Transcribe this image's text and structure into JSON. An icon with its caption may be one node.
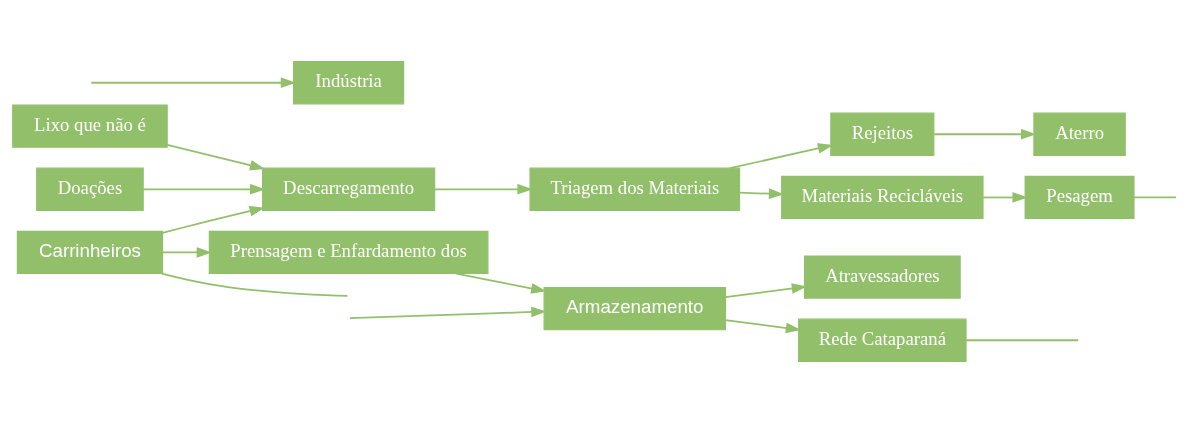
{
  "diagram": {
    "nodes": [
      {
        "text": [
          "Lixo que não é"
        ]
      },
      {
        "text": [
          "Doações"
        ]
      },
      {
        "text": [
          "Carrinheiros"
        ]
      },
      {
        "text": [
          "Descarregamento"
        ]
      },
      {
        "text": [
          "Triagem dos Materiais"
        ]
      },
      {
        "text": [
          "Rejeitos"
        ]
      },
      {
        "text": [
          "Aterro"
        ]
      },
      {
        "text": [
          "Materiais Recicláveis"
        ]
      },
      {
        "text": [
          "Pesagem"
        ]
      },
      {
        "text": [
          "Prensagem e Enfardamento dos"
        ]
      },
      {
        "text": [
          "Armazenamento"
        ]
      },
      {
        "text": [
          "Atravessadores"
        ]
      },
      {
        "text": [
          "Rede Cataparaná"
        ]
      },
      {
        "text": [
          "Indústria"
        ]
      }
    ],
    "edges": [
      {
        "from": 0,
        "to": 3,
        "arrow": "to"
      },
      {
        "from": 1,
        "to": 3,
        "arrow": "to"
      },
      {
        "from": 2,
        "to": 3,
        "arrow": "to"
      },
      {
        "from": 3,
        "to": 4,
        "arrow": "to"
      },
      {
        "from": 4,
        "to": 5,
        "arrow": "to"
      },
      {
        "from": 4,
        "to": 7,
        "arrow": "to"
      },
      {
        "from": 5,
        "to": 6,
        "arrow": "to"
      },
      {
        "from": 7,
        "to": 8,
        "arrow": "to"
      },
      {
        "from": 8,
        "to": null,
        "arrow": "none"
      },
      {
        "from": 2,
        "to": null,
        "arrow": "none"
      },
      {
        "from": null,
        "to": 10,
        "arrow": "to"
      },
      {
        "from": 2,
        "to": 9,
        "arrow": "to"
      },
      {
        "from": 9,
        "to": 10,
        "arrow": "to"
      },
      {
        "from": 10,
        "to": 11,
        "arrow": "to"
      },
      {
        "from": 10,
        "to": 12,
        "arrow": "to"
      },
      {
        "from": 12,
        "to": null,
        "arrow": "none"
      },
      {
        "from": null,
        "to": 13,
        "arrow": "to"
      }
    ]
  }
}
